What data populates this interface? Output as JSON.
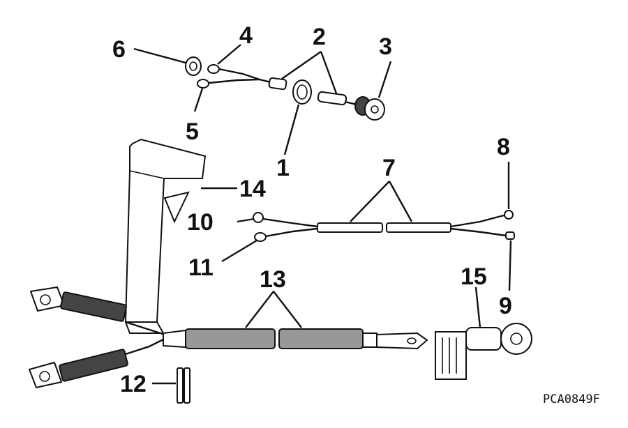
{
  "callouts": {
    "c1": "1",
    "c2": "2",
    "c3": "3",
    "c4": "4",
    "c5": "5",
    "c6": "6",
    "c7": "7",
    "c8": "8",
    "c9": "9",
    "c10": "10",
    "c11": "11",
    "c12": "12",
    "c13": "13",
    "c14": "14",
    "c15": "15"
  },
  "figure_code": "PCA0849F",
  "colors": {
    "ink": "#111111",
    "background": "#ffffff"
  }
}
